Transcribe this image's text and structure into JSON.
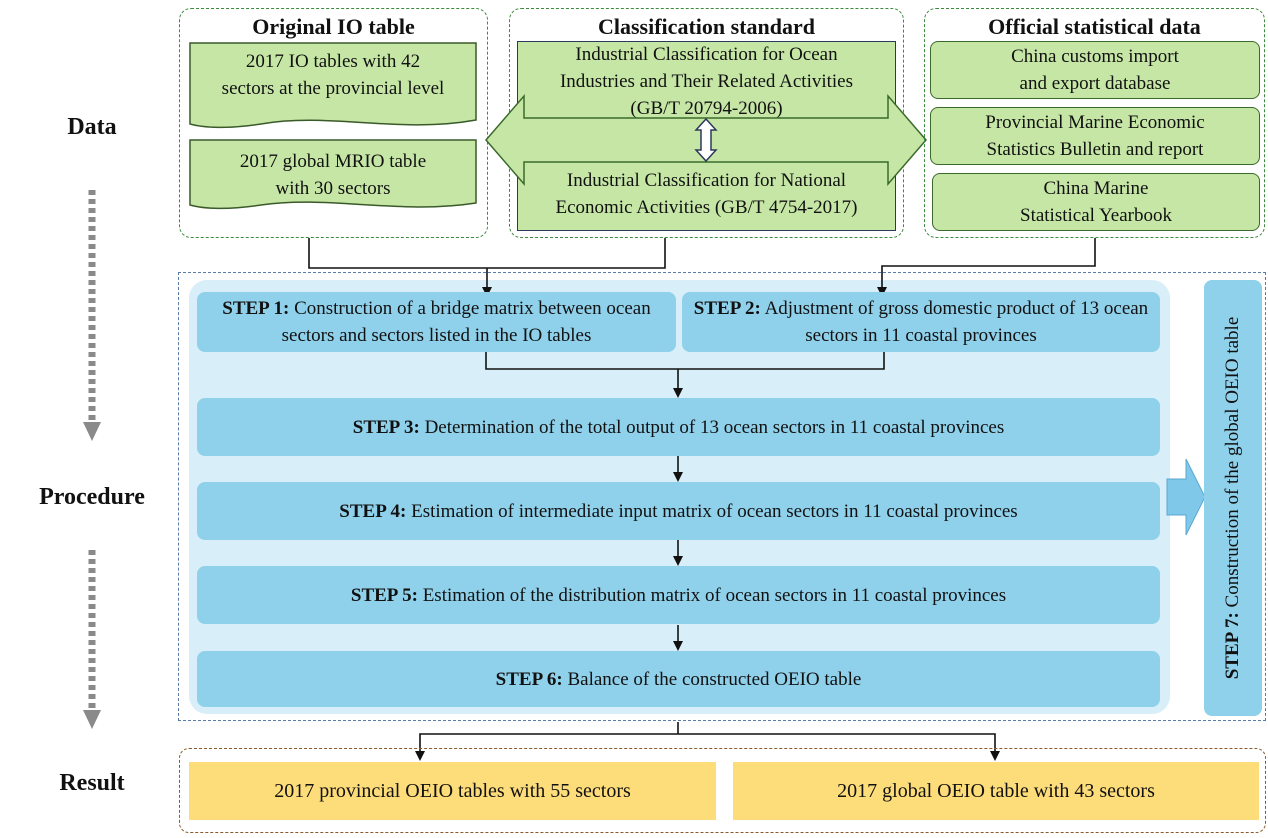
{
  "row_labels": {
    "data": "Data",
    "procedure": "Procedure",
    "result": "Result"
  },
  "original_io": {
    "title": "Original IO table",
    "item1": "2017 IO tables with 42\nsectors at the provincial level",
    "item2": "2017 global MRIO table\nwith 30 sectors"
  },
  "classification": {
    "title": "Classification standard",
    "ocean": "Industrial Classification for Ocean\nIndustries and Their Related Activities\n(GB/T 20794-2006)",
    "national": "Industrial Classification for National\nEconomic Activities (GB/T 4754-2017)"
  },
  "official": {
    "title": "Official statistical data",
    "item1": "China customs import\nand export database",
    "item2": "Provincial Marine Economic\nStatistics Bulletin and report",
    "item3": "China Marine\nStatistical Yearbook"
  },
  "steps": {
    "step1_label": "STEP 1:",
    "step1_text": "Construction of a bridge matrix between ocean sectors and sectors listed in the IO tables",
    "step2_label": "STEP 2:",
    "step2_text": "Adjustment of gross domestic product of 13 ocean sectors in 11 coastal provinces",
    "step3_label": "STEP 3:",
    "step3_text": "Determination of the total output of 13 ocean sectors in 11 coastal provinces",
    "step4_label": "STEP 4:",
    "step4_text": "Estimation of intermediate input matrix of ocean sectors in 11 coastal provinces",
    "step5_label": "STEP 5:",
    "step5_text": "Estimation of the distribution matrix of ocean sectors in 11 coastal provinces",
    "step6_label": "STEP 6:",
    "step6_text": "Balance of the constructed OEIO table",
    "step7_label": "STEP 7:",
    "step7_text": "Construction of the global OEIO table"
  },
  "results": {
    "provincial": "2017 provincial OEIO tables with 55 sectors",
    "global": "2017 global OEIO table with 43 sectors"
  },
  "colors": {
    "green_fill": "#c6e6a6",
    "step_fill": "#8fd0ea",
    "procedure_bg": "#d8eef8",
    "result_fill": "#fddc7a",
    "arrow_fill": "#7fc8ea"
  }
}
